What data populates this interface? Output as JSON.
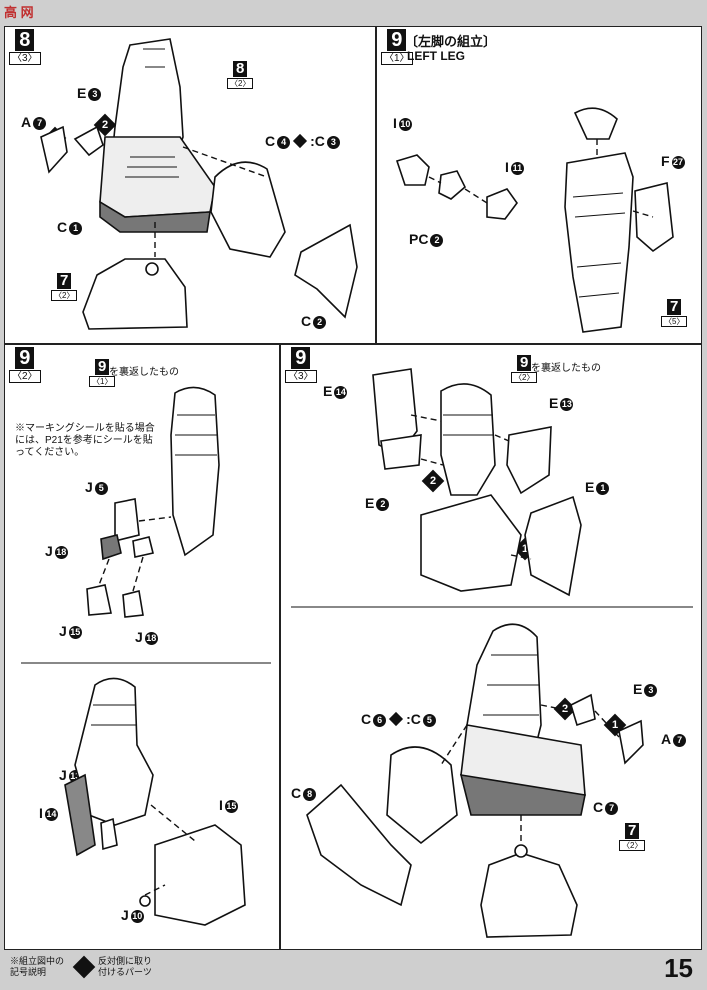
{
  "watermark": "高 网",
  "panel_8_3": {
    "step": "8",
    "substep": "〈3〉",
    "ref_step": "8",
    "ref_substep": "〈2〉",
    "ref2_step": "7",
    "ref2_substep": "〈2〉",
    "labels": {
      "a7": "A",
      "a7n": "7",
      "e3": "E",
      "e3n": "3",
      "c1": "C",
      "c1n": "1",
      "c4c3": "C",
      "c4n": "4",
      "c3": ":C",
      "c3n": "3",
      "c2": "C",
      "c2n": "2"
    },
    "arrows": [
      "1",
      "2"
    ]
  },
  "panel_9_1": {
    "step": "9",
    "substep": "〈1〉",
    "title_jp": "〔左脚の組立〕",
    "title_en": "LEFT LEG",
    "ref_step": "7",
    "ref_substep": "〈5〉",
    "labels": {
      "i10": "I",
      "i10n": "10",
      "i11": "I",
      "i11n": "11",
      "pc2": "PC",
      "pc2n": "2",
      "f27": "F",
      "f27n": "27"
    }
  },
  "panel_9_2": {
    "step": "9",
    "substep": "〈2〉",
    "ref_step": "9",
    "ref_substep": "〈1〉",
    "ref_note": "を裏返したもの",
    "note": "※マーキングシールを貼る場合には、P21を参考にシールを貼ってください。",
    "labels": {
      "j5": "J",
      "j5n": "5",
      "j18a": "J",
      "j18an": "18",
      "j15": "J",
      "j15n": "15",
      "j18b": "J",
      "j18bn": "18",
      "j13": "J",
      "j13n": "13",
      "i14": "I",
      "i14n": "14",
      "i15": "I",
      "i15n": "15",
      "j10": "J",
      "j10n": "10"
    }
  },
  "panel_9_3": {
    "step": "9",
    "substep": "〈3〉",
    "ref_step": "9",
    "ref_substep": "〈2〉",
    "ref_note": "を裏返したもの",
    "ref2_step": "7",
    "ref2_substep": "〈2〉",
    "labels": {
      "e14": "E",
      "e14n": "14",
      "e13": "E",
      "e13n": "13",
      "e2": "E",
      "e2n": "2",
      "e1": "E",
      "e1n": "1",
      "e3": "E",
      "e3n": "3",
      "a7": "A",
      "a7n": "7",
      "c6c5": "C",
      "c6n": "6",
      "c5": ":C",
      "c5n": "5",
      "c8": "C",
      "c8n": "8",
      "c7": "C",
      "c7n": "7"
    },
    "arrows": [
      "1",
      "2",
      "2",
      "1"
    ]
  },
  "footer": {
    "legend_title": "※組立図中の記号説明",
    "legend_desc": "反対側に取り付けるパーツ",
    "page_number": "15"
  }
}
